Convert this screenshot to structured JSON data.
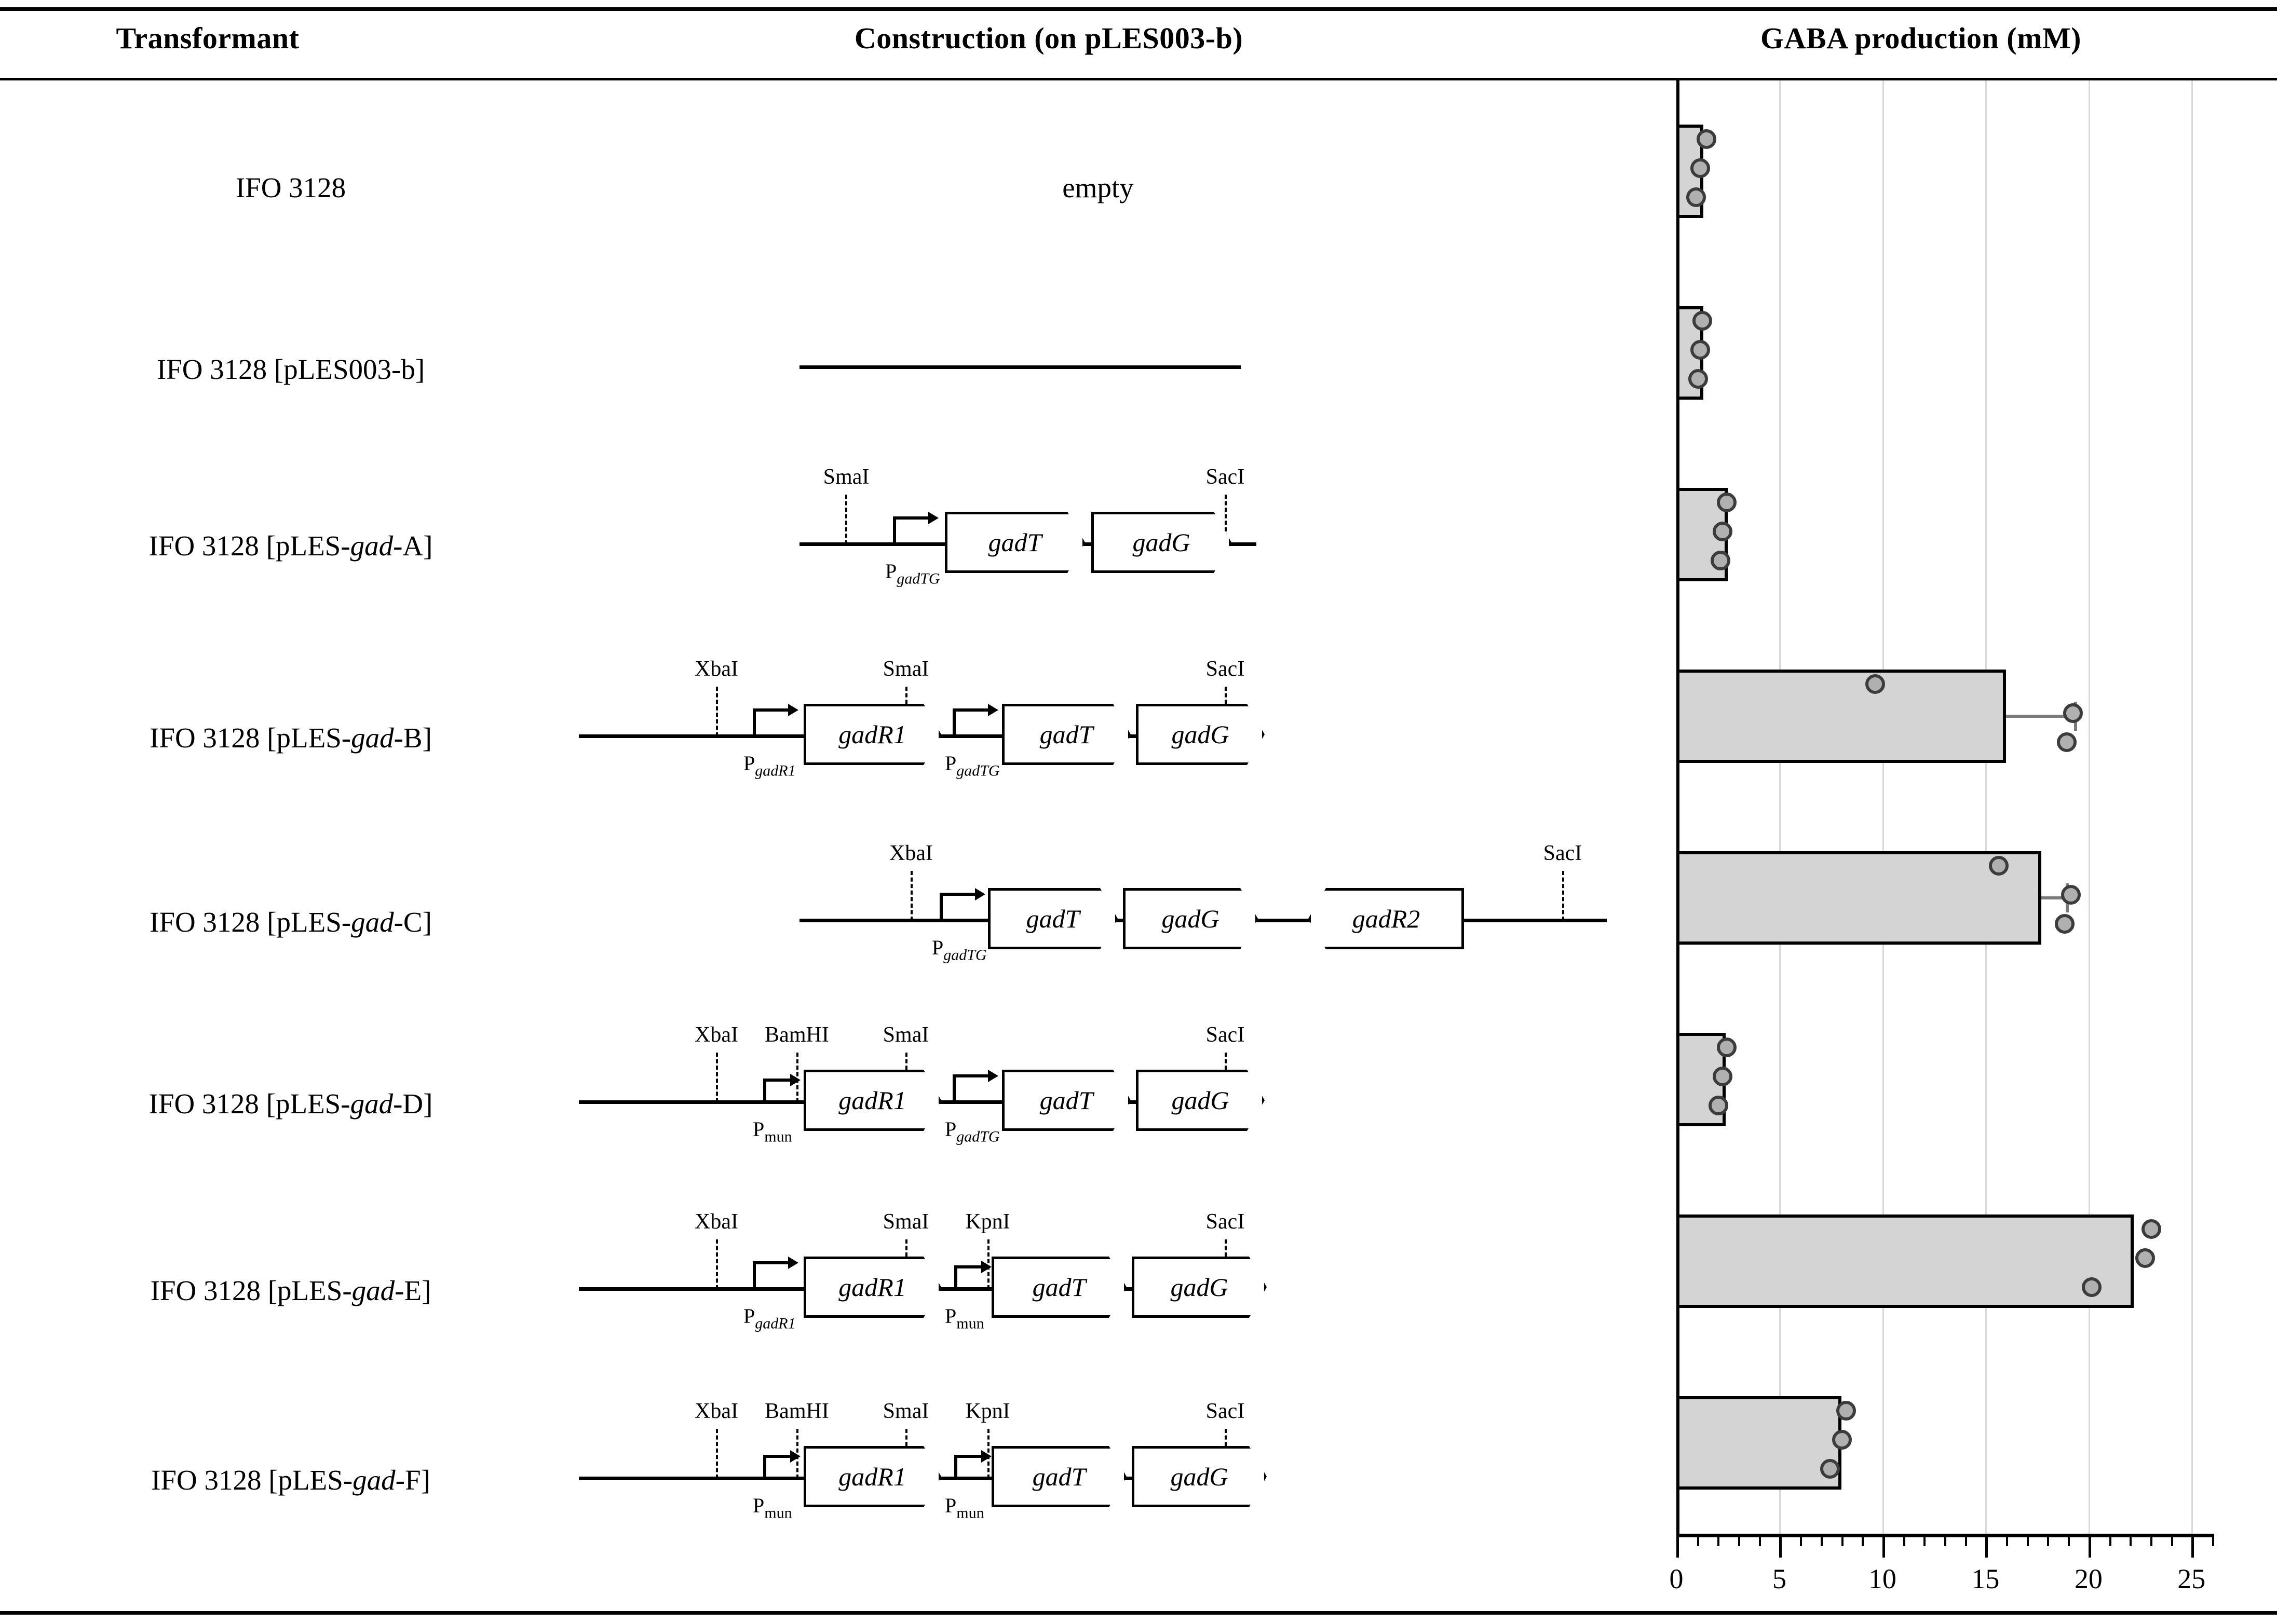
{
  "header": {
    "col1": "Transformant",
    "col2": "Construction (on pLES003-b)",
    "col3": "GABA production (mM)"
  },
  "rows": [
    {
      "name_html": "IFO 3128",
      "construction_kind": "empty",
      "empty_label": "empty"
    },
    {
      "name_html": "IFO 3128 [pLES003-b]",
      "construction_kind": "line"
    },
    {
      "name_html": "IFO 3128 [pLES-<i>gad</i>-A]",
      "construction_kind": "genes",
      "cut_sites": [
        "SmaI",
        "SacI"
      ],
      "promoters": [
        "P",
        "gadTG"
      ],
      "genes": [
        "gadT",
        "gadG"
      ]
    },
    {
      "name_html": "IFO 3128 [pLES-<i>gad</i>-B]",
      "construction_kind": "genes",
      "cut_sites": [
        "XbaI",
        "SmaI",
        "SacI"
      ],
      "promoters": [
        "gadR1",
        "gadTG"
      ],
      "genes": [
        "gadR1",
        "gadT",
        "gadG"
      ]
    },
    {
      "name_html": "IFO 3128 [pLES-<i>gad</i>-C]",
      "construction_kind": "genes",
      "cut_sites": [
        "XbaI",
        "SacI"
      ],
      "promoters": [
        "gadTG"
      ],
      "genes": [
        "gadT",
        "gadG",
        "gadR2"
      ]
    },
    {
      "name_html": "IFO 3128 [pLES-<i>gad</i>-D]",
      "construction_kind": "genes",
      "cut_sites": [
        "XbaI",
        "BamHI",
        "SmaI",
        "SacI"
      ],
      "promoters": [
        "mun",
        "gadTG"
      ],
      "genes": [
        "gadR1",
        "gadT",
        "gadG"
      ]
    },
    {
      "name_html": "IFO 3128 [pLES-<i>gad</i>-E]",
      "construction_kind": "genes",
      "cut_sites": [
        "XbaI",
        "SmaI",
        "KpnI",
        "SacI"
      ],
      "promoters": [
        "gadR1",
        "mun"
      ],
      "genes": [
        "gadR1",
        "gadT",
        "gadG"
      ]
    },
    {
      "name_html": "IFO 3128 [pLES-<i>gad</i>-F]",
      "construction_kind": "genes",
      "cut_sites": [
        "XbaI",
        "BamHI",
        "SmaI",
        "KpnI",
        "SacI"
      ],
      "promoters": [
        "mun",
        "mun"
      ],
      "genes": [
        "gadR1",
        "gadT",
        "gadG"
      ]
    }
  ],
  "labels": {
    "row0_name": "IFO 3128",
    "row1_name": "IFO 3128 [pLES003-b]",
    "row2_name_pre": "IFO 3128 [pLES-",
    "row2_name_it": "gad",
    "row2_name_post_A": "-A]",
    "row2_name_post_B": "-B]",
    "row2_name_post_C": "-C]",
    "row2_name_post_D": "-D]",
    "row2_name_post_E": "-E]",
    "row2_name_post_F": "-F]",
    "empty": "empty",
    "gene_gadT": "gadT",
    "gene_gadG": "gadG",
    "gene_gadR1": "gadR1",
    "gene_gadR2": "gadR2",
    "cut_SmaI": "SmaI",
    "cut_SacI": "SacI",
    "cut_XbaI": "XbaI",
    "cut_BamHI": "BamHI",
    "cut_KpnI": "KpnI",
    "prom_P": "P",
    "prom_gadTG": "gadTG",
    "prom_gadR1": "gadR1",
    "prom_mun": "mun"
  },
  "chart_data": {
    "type": "bar",
    "orientation": "horizontal",
    "title": "GABA production (mM)",
    "xlabel": "GABA production (mM)",
    "ylabel": "",
    "xlim": [
      0,
      26
    ],
    "xticks": [
      0,
      5,
      10,
      15,
      20,
      25
    ],
    "xtick_labels": [
      "0",
      "5",
      "10",
      "15",
      "20",
      "25"
    ],
    "minor_tick_step": 1,
    "grid": "vertical-major",
    "bar_color": "#d4d4d4",
    "bar_edge_color": "#000000",
    "point_color": "#b0b0b0",
    "point_edge_color": "#3c3c3c",
    "categories": [
      "IFO 3128",
      "IFO 3128 [pLES003-b]",
      "IFO 3128 [pLES-gad-A]",
      "IFO 3128 [pLES-gad-B]",
      "IFO 3128 [pLES-gad-C]",
      "IFO 3128 [pLES-gad-D]",
      "IFO 3128 [pLES-gad-E]",
      "IFO 3128 [pLES-gad-F]"
    ],
    "values": [
      1.3,
      1.3,
      2.5,
      16.0,
      17.7,
      2.4,
      22.2,
      8.0
    ],
    "errors": [
      0.0,
      0.0,
      0.0,
      3.3,
      1.2,
      0.0,
      0.0,
      0.0
    ],
    "replicates": [
      [
        1.6,
        1.3,
        1.1
      ],
      [
        1.4,
        1.3,
        1.2
      ],
      [
        2.6,
        2.4,
        2.3
      ],
      [
        9.8,
        19.4,
        19.1
      ],
      [
        15.8,
        19.3,
        19.0
      ],
      [
        2.6,
        2.4,
        2.2
      ],
      [
        23.2,
        22.9,
        20.3
      ],
      [
        8.4,
        8.2,
        7.6
      ]
    ]
  }
}
